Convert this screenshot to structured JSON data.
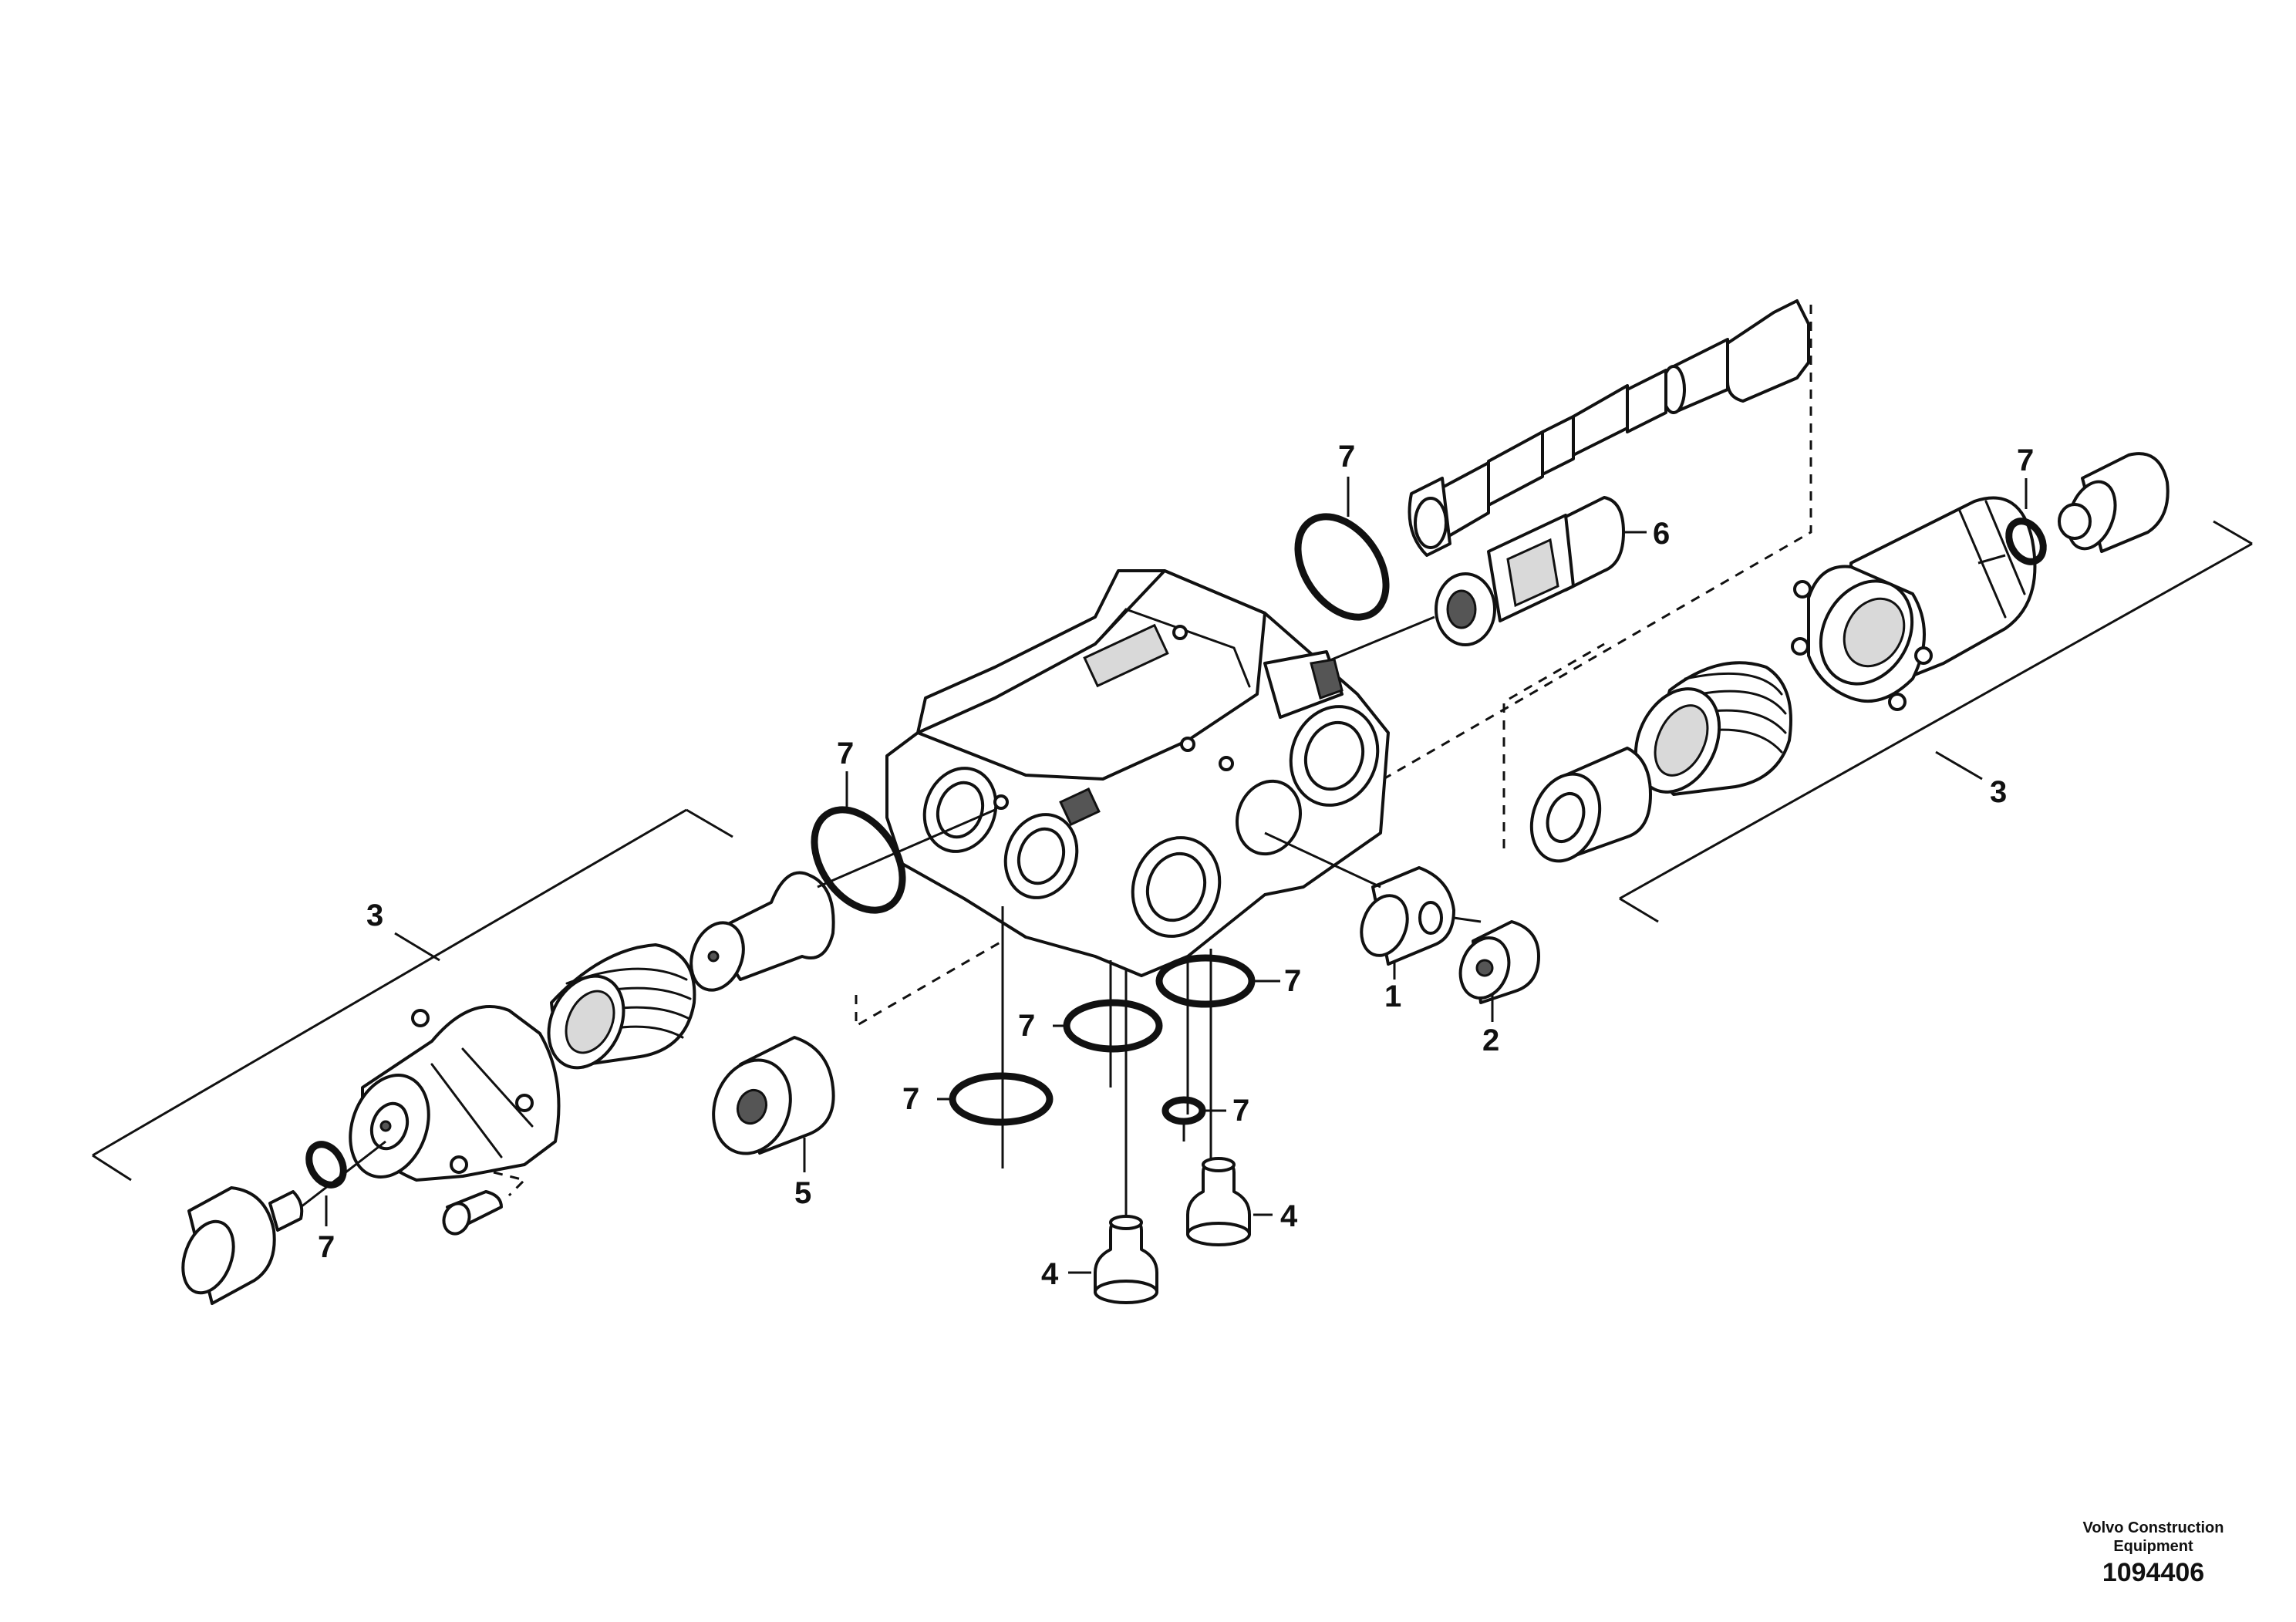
{
  "credit": {
    "line1": "Volvo Construction",
    "line2": "Equipment",
    "drawing_number": "1094406"
  },
  "callouts": {
    "c1": "1",
    "c2": "2",
    "c3_left": "3",
    "c3_right": "3",
    "c4_left": "4",
    "c4_right": "4",
    "c5": "5",
    "c6": "6",
    "c7_top": "7",
    "c7_top_right": "7",
    "c7_mid_left": "7",
    "c7_center_a": "7",
    "c7_center_b": "7",
    "c7_center_c": "7",
    "c7_center_d": "7",
    "c7_bottom_left": "7"
  }
}
